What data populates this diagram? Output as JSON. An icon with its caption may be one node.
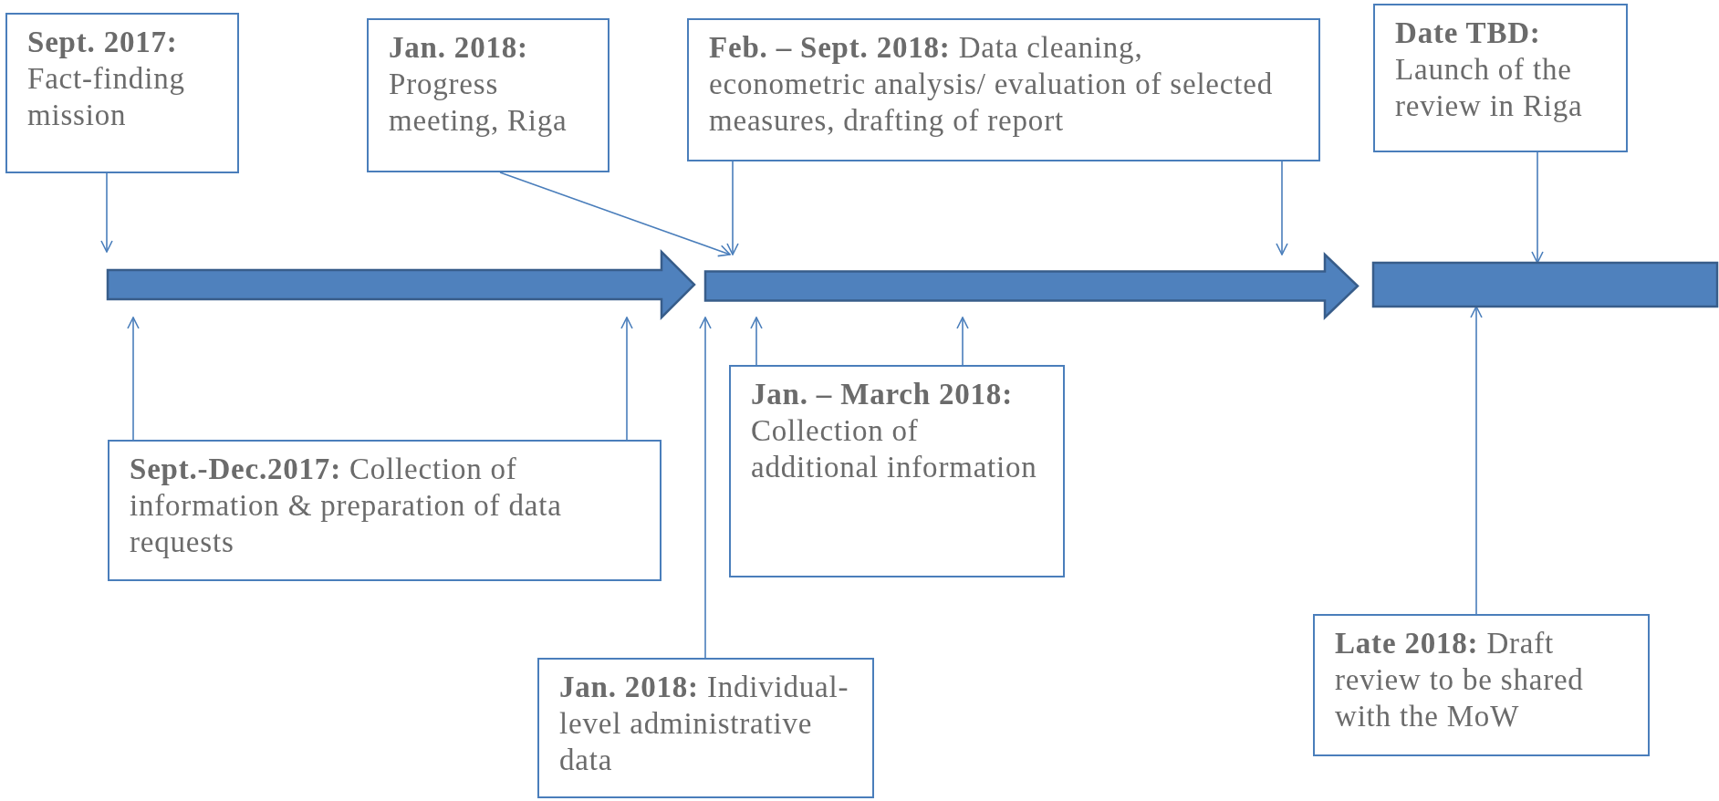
{
  "diagram": {
    "nodes": [
      {
        "text": [
          "**Sept. 2017:** Fact-finding mission"
        ]
      },
      {
        "text": [
          "**Jan. 2018:** Progress meeting, Riga"
        ]
      },
      {
        "text": [
          "**Feb. – Sept. 2018:** Data cleaning, econometric analysis/ evaluation of selected measures, drafting of report"
        ]
      },
      {
        "text": [
          "**Date TBD:** Launch of the review in Riga"
        ]
      },
      {
        "text": [
          "**Sept.-Dec.2017:** Collection of information & preparation of data requests"
        ]
      },
      {
        "text": [
          "**Jan. – March 2018:** Collection of additional information"
        ]
      },
      {
        "text": [
          "**Jan. 2018:** Individual-level administrative data"
        ]
      },
      {
        "text": [
          "**Late 2018:** Draft review to be shared with the MoW"
        ]
      },
      {
        "text": [],
        "shape": "arrow"
      },
      {
        "text": [],
        "shape": "arrow"
      },
      {
        "text": [],
        "shape": "bar"
      }
    ],
    "edges": [
      {
        "from": 0,
        "to": 8,
        "arrow": "to"
      },
      {
        "from": 1,
        "to": 9,
        "arrow": "to"
      },
      {
        "from": 2,
        "to": 9,
        "arrow": "to"
      },
      {
        "from": 2,
        "to": 9,
        "arrow": "to"
      },
      {
        "from": 3,
        "to": 10,
        "arrow": "to"
      },
      {
        "from": 4,
        "to": 8,
        "arrow": "to"
      },
      {
        "from": 4,
        "to": 8,
        "arrow": "to"
      },
      {
        "from": 5,
        "to": 9,
        "arrow": "to"
      },
      {
        "from": 5,
        "to": 9,
        "arrow": "to"
      },
      {
        "from": 6,
        "to": 9,
        "arrow": "to"
      },
      {
        "from": 7,
        "to": 10,
        "arrow": "to"
      }
    ]
  }
}
